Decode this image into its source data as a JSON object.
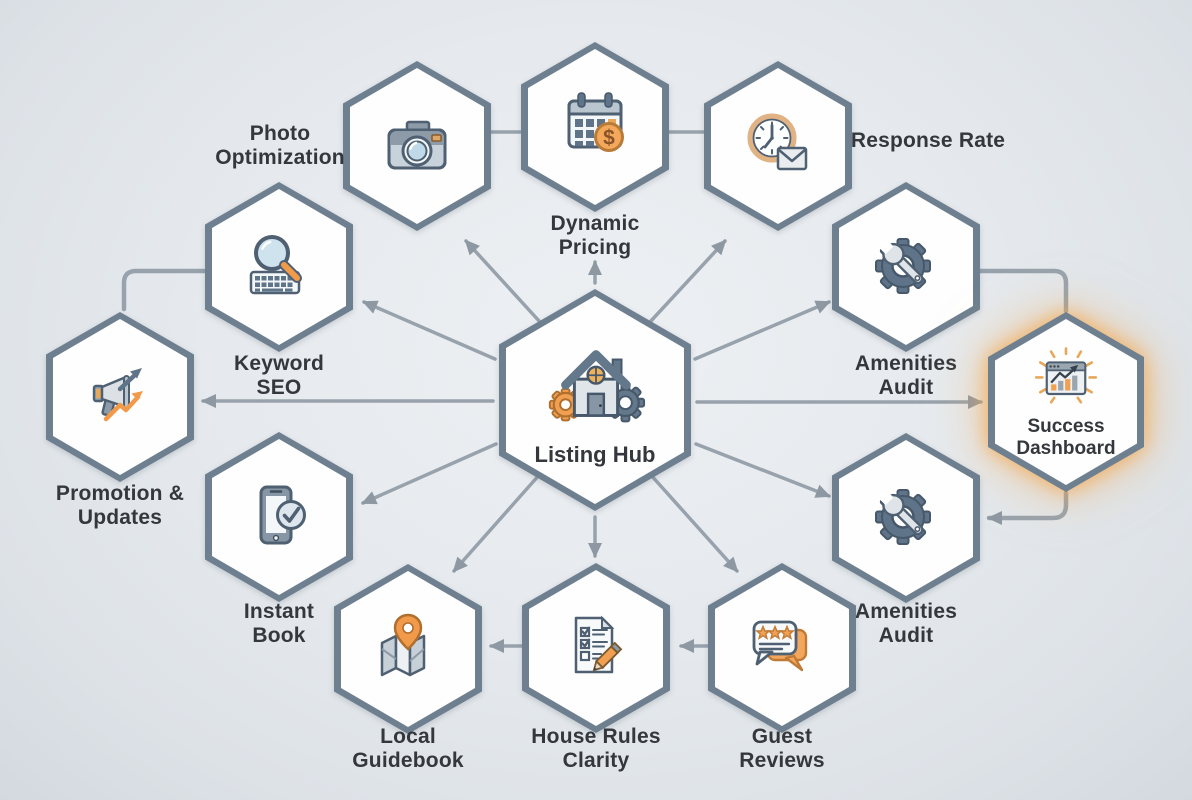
{
  "hub": {
    "id": "listing-hub",
    "label": "Listing Hub",
    "icon": "house-gears"
  },
  "nodes": [
    {
      "id": "photo-optimization",
      "label": "Photo\nOptimization",
      "icon": "camera"
    },
    {
      "id": "dynamic-pricing",
      "label": "Dynamic\nPricing",
      "icon": "calendar-dollar"
    },
    {
      "id": "response-rate",
      "label": "Response Rate",
      "icon": "clock-envelope"
    },
    {
      "id": "keyword-seo",
      "label": "Keyword\nSEO",
      "icon": "magnifier-keyboard"
    },
    {
      "id": "amenities-audit-top",
      "label": "Amenities\nAudit",
      "icon": "gear-wrench"
    },
    {
      "id": "promotion-updates",
      "label": "Promotion &\nUpdates",
      "icon": "megaphone-arrows"
    },
    {
      "id": "success-dashboard",
      "label": "Success\nDashboard",
      "icon": "dashboard-chart",
      "highlighted": true
    },
    {
      "id": "instant-book",
      "label": "Instant\nBook",
      "icon": "smartphone-check"
    },
    {
      "id": "amenities-audit-bottom",
      "label": "Amenities\nAudit",
      "icon": "gear-wrench"
    },
    {
      "id": "local-guidebook",
      "label": "Local\nGuidebook",
      "icon": "map-pin"
    },
    {
      "id": "house-rules-clarity",
      "label": "House Rules\nClarity",
      "icon": "checklist-pencil"
    },
    {
      "id": "guest-reviews",
      "label": "Guest\nReviews",
      "icon": "chat-stars"
    }
  ],
  "glyphs": {
    "dollar": "$"
  },
  "colors": {
    "background": "#E6EAEE",
    "node_border": "#6E8090",
    "node_fill": "#FEFEFE",
    "line_gray": "#98A2AC",
    "arrowhead": "#8E98A2",
    "slate": "#64788C",
    "accent_orange": "#F0A050",
    "glow_orange": "#F3A64A",
    "text": "#34383D"
  }
}
